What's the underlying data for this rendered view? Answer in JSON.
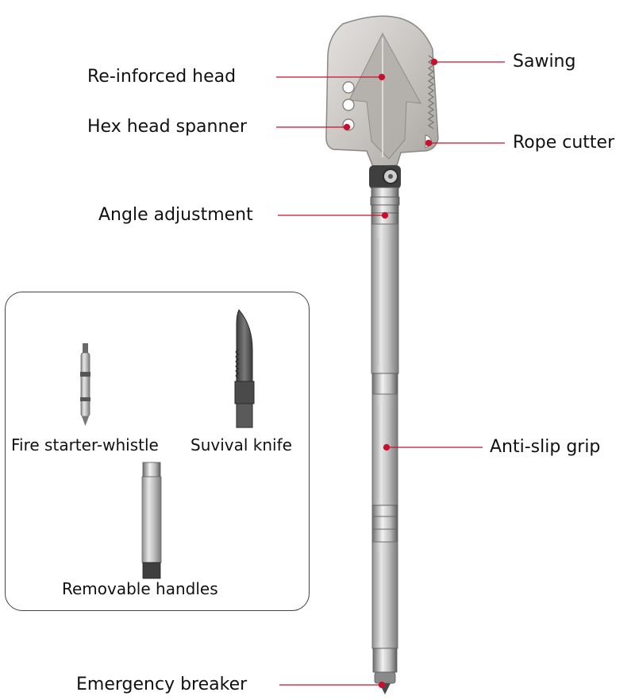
{
  "colors": {
    "leader": "#c8102e",
    "text": "#111111",
    "metal_light": "#d9d9d9",
    "metal_mid": "#a8a8a8",
    "metal_dark": "#5a5a5a",
    "box_border": "#444444"
  },
  "callouts": {
    "reinforced_head": "Re-inforced head",
    "hex_head_spanner": "Hex head spanner",
    "angle_adjustment": "Angle adjustment",
    "sawing": "Sawing",
    "rope_cutter": "Rope cutter",
    "anti_slip_grip": "Anti-slip grip",
    "emergency_breaker": "Emergency breaker"
  },
  "accessories": {
    "fire_starter": "Fire starter-whistle",
    "knife": "Suvival knife",
    "handles": "Removable handles"
  }
}
